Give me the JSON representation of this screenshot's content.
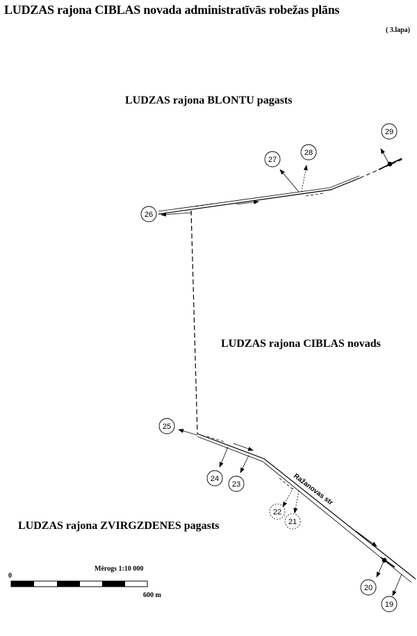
{
  "header": {
    "title": "LUDZAS rajona CIBLAS novada administratīvās robežas plāns",
    "sheet": "( 3.lapa)"
  },
  "regions": {
    "blontu": "LUDZAS rajona BLONTU pagasts",
    "ciblas": "LUDZAS rajona CIBLAS novads",
    "zvirgzdenes": "LUDZAS rajona ZVIRGZDENES pagasts"
  },
  "street": "Ražanovas str",
  "points": [
    {
      "id": "p19",
      "label": "19"
    },
    {
      "id": "p20",
      "label": "20"
    },
    {
      "id": "p21",
      "label": "21"
    },
    {
      "id": "p22",
      "label": "22"
    },
    {
      "id": "p23",
      "label": "23"
    },
    {
      "id": "p24",
      "label": "24"
    },
    {
      "id": "p25",
      "label": "25"
    },
    {
      "id": "p26",
      "label": "26"
    },
    {
      "id": "p27",
      "label": "27"
    },
    {
      "id": "p28",
      "label": "28"
    },
    {
      "id": "p29",
      "label": "29"
    }
  ],
  "scale": {
    "title": "Mērogs 1:10 000",
    "start": "0",
    "end": "600 m"
  }
}
